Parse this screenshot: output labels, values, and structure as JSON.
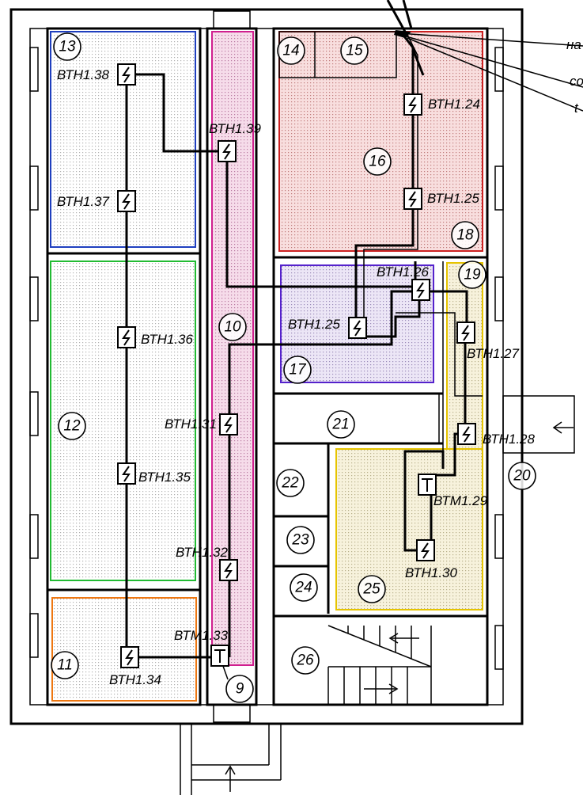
{
  "colors": {
    "room_13": "#1f3fbf",
    "room_12": "#22bb33",
    "room_11": "#ee7711",
    "room_10": "#d01f8f",
    "room_16": "#cc2222",
    "room_17": "#5522cc",
    "room_19": "#e6c400",
    "room_25": "#e6c400"
  },
  "rooms": {
    "r9": "9",
    "r10": "10",
    "r11": "11",
    "r12": "12",
    "r13": "13",
    "r14": "14",
    "r15": "15",
    "r16": "16",
    "r17": "17",
    "r18": "18",
    "r19": "19",
    "r20": "20",
    "r21": "21",
    "r22": "22",
    "r23": "23",
    "r24": "24",
    "r25": "25",
    "r26": "26"
  },
  "devices": {
    "d38": "ВТН1.38",
    "d37": "ВТН1.37",
    "d36": "ВТН1.36",
    "d35": "ВТН1.35",
    "d34": "ВТН1.34",
    "d39": "ВТН1.39",
    "d31": "ВТН1.31",
    "d32": "ВТН1.32",
    "d33": "ВТМ1.33",
    "d24": "ВТН1.24",
    "d25a": "ВТН1.25",
    "d25b": "ВТН1.25",
    "d26": "ВТН1.26",
    "d27": "ВТН1.27",
    "d28": "ВТН1.28",
    "d29": "ВТМ1.29",
    "d30": "ВТН1.30"
  },
  "edge_labels": {
    "l1": "на",
    "l2": "со",
    "l3": "t"
  }
}
